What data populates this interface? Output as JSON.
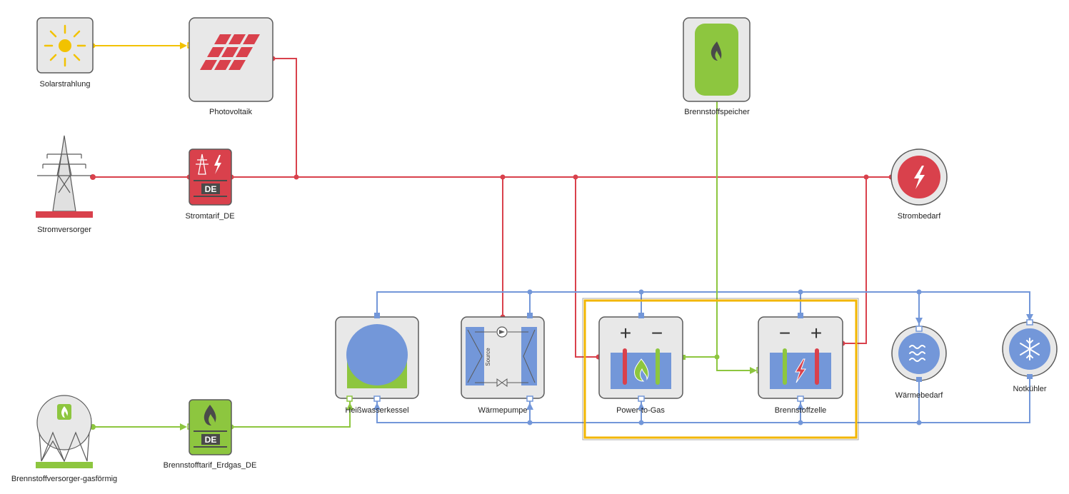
{
  "nodes": {
    "solar": "Solarstrahlung",
    "pv": "Photovoltaik",
    "fuel_storage": "Brennstoffspeicher",
    "grid_supplier": "Stromversorger",
    "power_tariff": "Stromtarif_DE",
    "power_demand": "Strombedarf",
    "hot_water_boiler": "Heißwasserkessel",
    "heat_pump": "Wärmepumpe",
    "power_to_gas": "Power-to-Gas",
    "fuel_cell": "Brennstoffzelle",
    "heat_demand": "Wärmebedarf",
    "emergency_cooler": "Notkühler",
    "gas_supplier": "Brennstoffversorger-gasförmig",
    "gas_tariff": "Brennstofftarif_Erdgas_DE"
  },
  "icon_text": {
    "tariff_badge": "DE",
    "heat_pump_source": "Source",
    "plus": "+",
    "minus": "−"
  },
  "colors": {
    "electric": "#d9414c",
    "heat": "#7397d9",
    "fuel": "#8dc63f",
    "solar": "#f2c200",
    "selection": "#f2b600",
    "node_bg": "#e8e8e8",
    "node_border": "#5a5a5a"
  }
}
